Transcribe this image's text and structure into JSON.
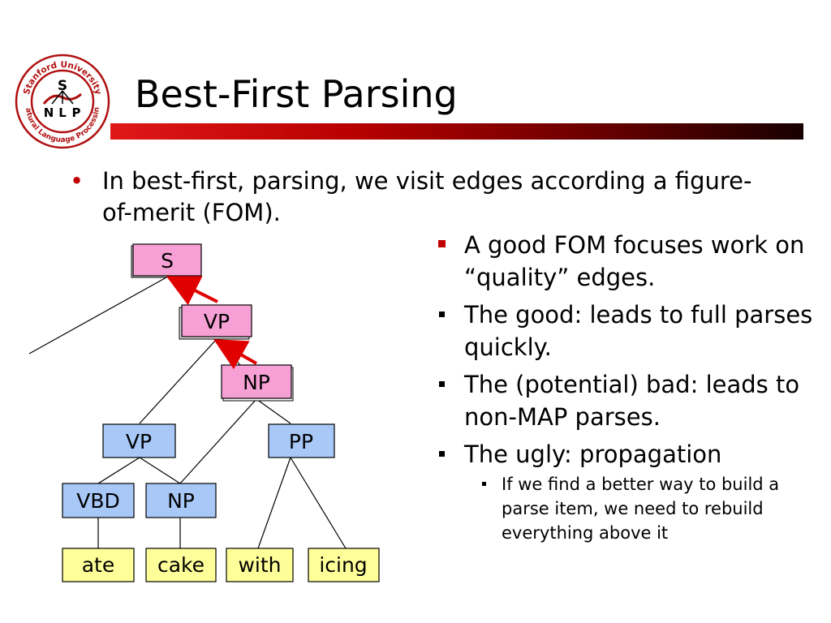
{
  "slide": {
    "title": "Best-First Parsing",
    "logo": {
      "top_text": "Stanford University",
      "bottom_text": "Natural Language Processing",
      "letters": [
        "S",
        "N",
        "L",
        "P"
      ]
    },
    "main_bullet": "In best-first, parsing, we visit edges according a figure-of-merit (FOM).",
    "right_bullets": [
      {
        "text": "A good FOM focuses work on “quality” edges.",
        "marker": "red-square"
      },
      {
        "text": "The good: leads to full parses quickly.",
        "marker": "black-square"
      },
      {
        "text": "The (potential) bad: leads to non-MAP parses.",
        "marker": "black-square"
      },
      {
        "text": "The ugly: propagation",
        "marker": "black-square"
      }
    ],
    "sub_bullet": "If we find a better way to build a parse item, we need to rebuild everything above it"
  },
  "tree": {
    "colors": {
      "highlight": "#f6a0d6",
      "phrase": "#a8c8f8",
      "word": "#ffff99",
      "arrow": "#e00000"
    },
    "nodes": {
      "S": "S",
      "VP_top": "VP",
      "NP_top": "NP",
      "VP": "VP",
      "PP": "PP",
      "VBD": "VBD",
      "NP": "NP",
      "ate": "ate",
      "cake": "cake",
      "with": "with",
      "icing": "icing"
    }
  }
}
